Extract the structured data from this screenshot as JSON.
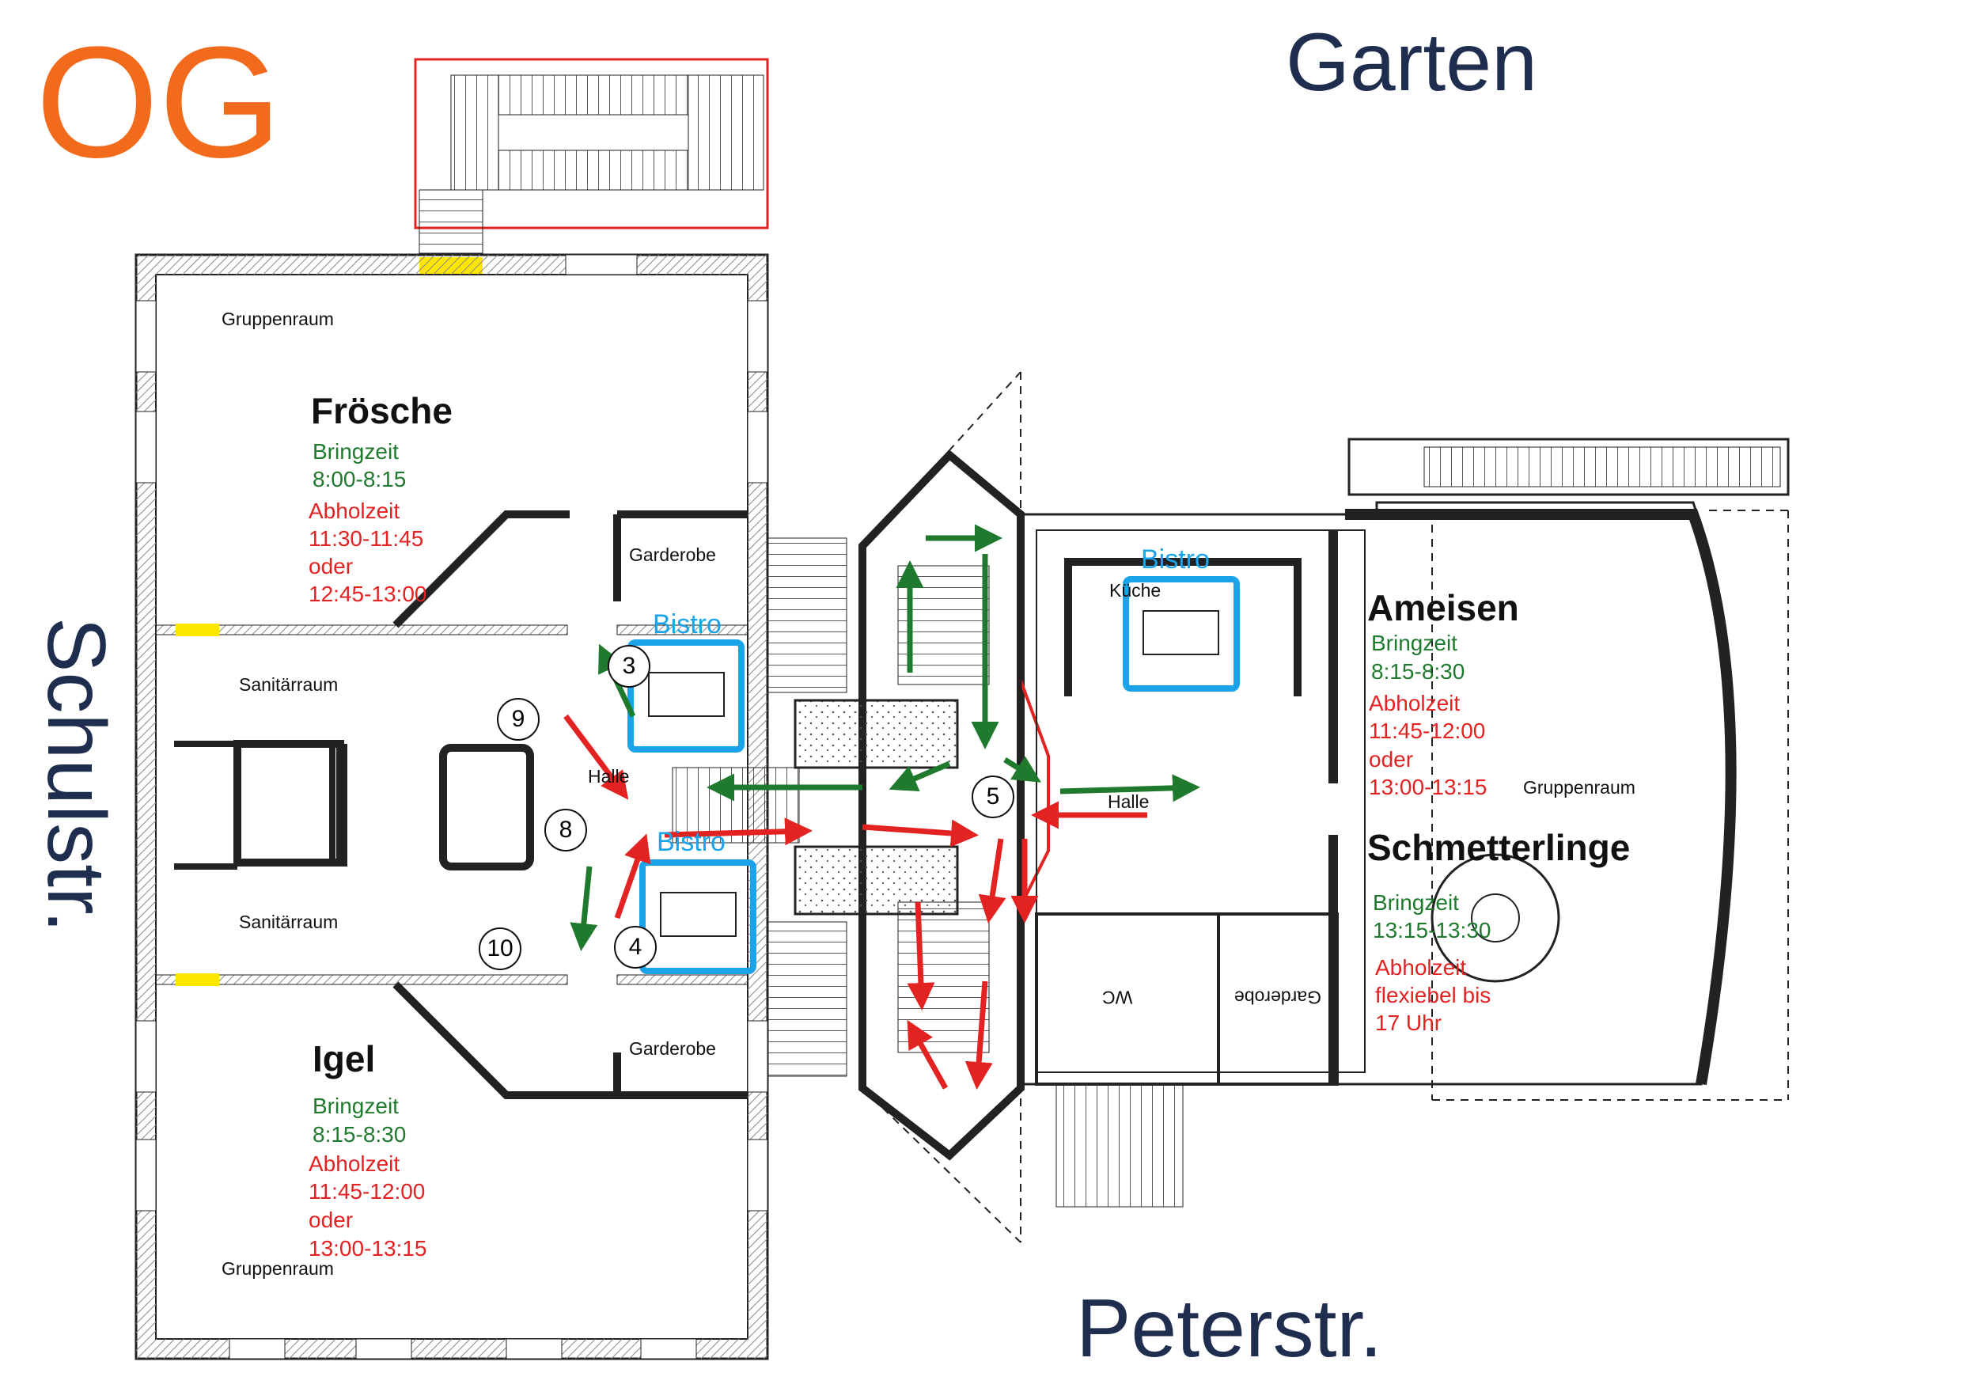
{
  "floor_label": "OG",
  "streets": {
    "top": "Garten",
    "left": "Schulstr.",
    "bottom": "Peterstr."
  },
  "groups": {
    "froesche": {
      "name": "Frösche",
      "bring_label": "Bringzeit",
      "bring_time": "8:00-8:15",
      "pickup_label": "Abholzeit",
      "pickup_time_1": "11:30-11:45",
      "pickup_or": "oder",
      "pickup_time_2": "12:45-13:00"
    },
    "igel": {
      "name": "Igel",
      "bring_label": "Bringzeit",
      "bring_time": "8:15-8:30",
      "pickup_label": "Abholzeit",
      "pickup_time_1": "11:45-12:00",
      "pickup_or": "oder",
      "pickup_time_2": "13:00-13:15"
    },
    "ameisen": {
      "name": "Ameisen",
      "bring_label": "Bringzeit",
      "bring_time": "8:15-8:30",
      "pickup_label": "Abholzeit",
      "pickup_time_1": "11:45-12:00",
      "pickup_or": "oder",
      "pickup_time_2": "13:00-13:15"
    },
    "schmetterlinge": {
      "name": "Schmetterlinge",
      "bring_label": "Bringzeit",
      "bring_time": "13:15-13:30",
      "pickup_label": "Abholzeit",
      "pickup_line_1": "flexiebel bis",
      "pickup_line_2": "17 Uhr"
    }
  },
  "rooms": {
    "gruppenraum": "Gruppenraum",
    "garderobe": "Garderobe",
    "sanitaerraum": "Sanitärraum",
    "halle": "Halle",
    "kueche": "Küche",
    "wc": "WC",
    "bistro": "Bistro"
  },
  "station_numbers": [
    "3",
    "4",
    "5",
    "8",
    "9",
    "10"
  ],
  "colors": {
    "floor_label": "#f26b1d",
    "street": "#1f2d4f",
    "bring": "#1f7a2e",
    "pickup": "#e32222",
    "bistro": "#1aa3e8",
    "arrow_green": "#1f7a2e",
    "arrow_red": "#e32222",
    "entrance": "#ffe600"
  }
}
